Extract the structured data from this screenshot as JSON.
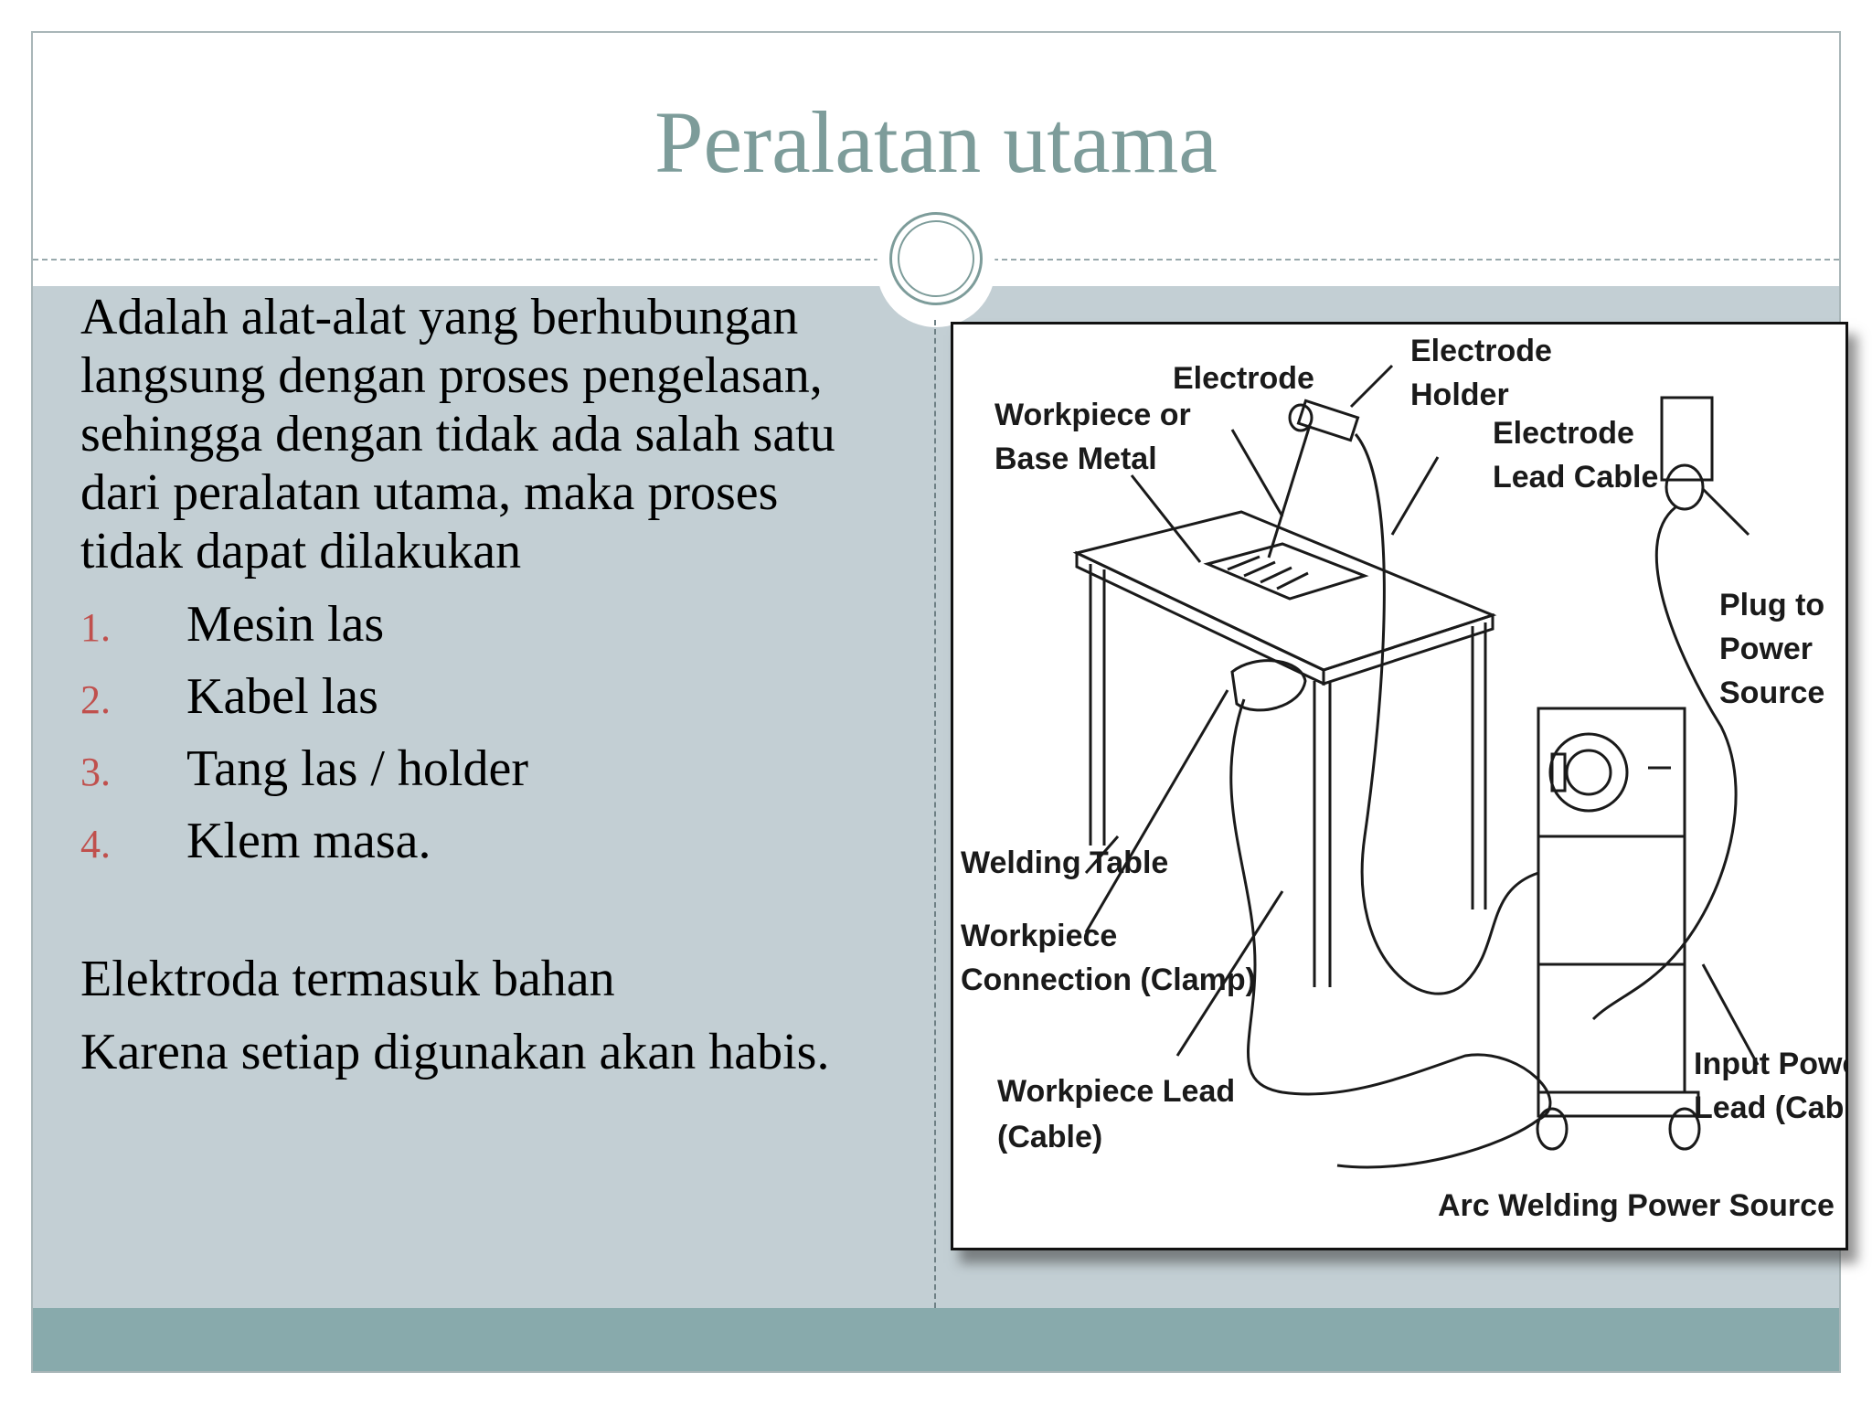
{
  "slide": {
    "title": "Peralatan utama",
    "intro": "Adalah alat-alat yang berhubungan langsung dengan proses pengelasan, sehingga dengan tidak ada salah satu dari peralatan utama, maka proses tidak  dapat dilakukan",
    "items": [
      {
        "num": "1.",
        "text": "Mesin las"
      },
      {
        "num": "2.",
        "text": "Kabel las"
      },
      {
        "num": "3.",
        "text": "Tang las / holder"
      },
      {
        "num": "4.",
        "text": "Klem masa."
      }
    ],
    "note_line1": "Elektroda termasuk bahan",
    "note_line2": "Karena setiap digunakan akan habis."
  },
  "diagram": {
    "labels": {
      "electrode": "Electrode",
      "electrode_holder_1": "Electrode",
      "electrode_holder_2": "Holder",
      "workpiece_1": "Workpiece or",
      "workpiece_2": "Base Metal",
      "lead_cable_1": "Electrode",
      "lead_cable_2": "Lead Cable",
      "plug_1": "Plug to",
      "plug_2": "Power",
      "plug_3": "Source",
      "welding_table": "Welding Table",
      "clamp_1": "Workpiece",
      "clamp_2": "Connection (Clamp)",
      "wp_lead_1": "Workpiece Lead",
      "wp_lead_2": "(Cable)",
      "input_1": "Input Power",
      "input_2": "Lead (Cable)",
      "power_source": "Arc Welding Power Source"
    }
  },
  "colors": {
    "title": "#7d9c9a",
    "content_bg": "#c3cfd4",
    "footer": "#88aaac",
    "list_number": "#c0504d"
  }
}
